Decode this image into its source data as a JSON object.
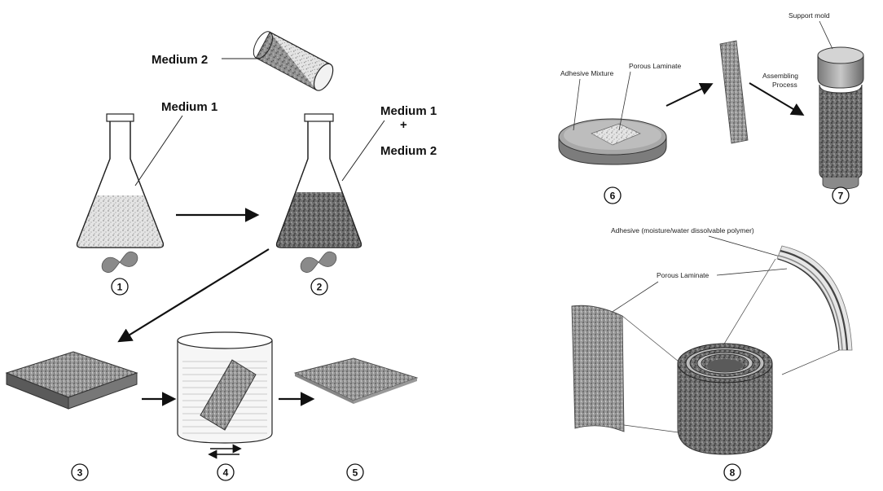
{
  "labels": {
    "medium2_top": "Medium 2",
    "medium1_left": "Medium 1",
    "mix_line1": "Medium 1",
    "mix_plus": "+",
    "mix_line2": "Medium 2",
    "support_mold": "Support mold",
    "adhesive_mixture": "Adhesive Mixture",
    "porous_laminate_top": "Porous Laminate",
    "assembling_line1": "Assembling",
    "assembling_line2": "Process",
    "adhesive_polymer": "Adhesive (moisture/water dissolvable polymer)",
    "porous_laminate_bottom": "Porous Laminate"
  },
  "steps": [
    "1",
    "2",
    "3",
    "4",
    "5",
    "6",
    "7",
    "8"
  ],
  "colors": {
    "dark_fill": "#4a4a4a",
    "medium_fill": "#8a8a8a",
    "light_fill": "#d6d6d6",
    "line": "#1a1a1a"
  }
}
